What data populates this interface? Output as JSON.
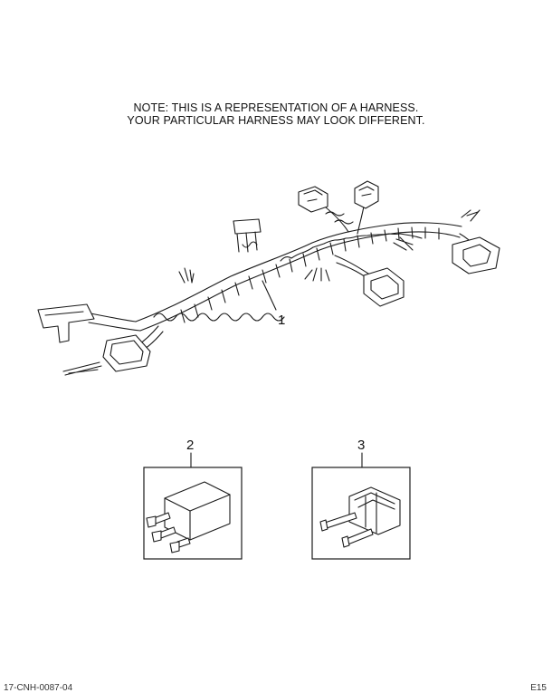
{
  "note": {
    "line1": "NOTE: THIS IS A REPRESENTATION OF A HARNESS.",
    "line2": "YOUR PARTICULAR HARNESS MAY LOOK DIFFERENT."
  },
  "callouts": {
    "harness": "1",
    "relay": "2",
    "fuse": "3"
  },
  "footer": {
    "left": "17-CNH-0087-04",
    "right": "E15"
  }
}
